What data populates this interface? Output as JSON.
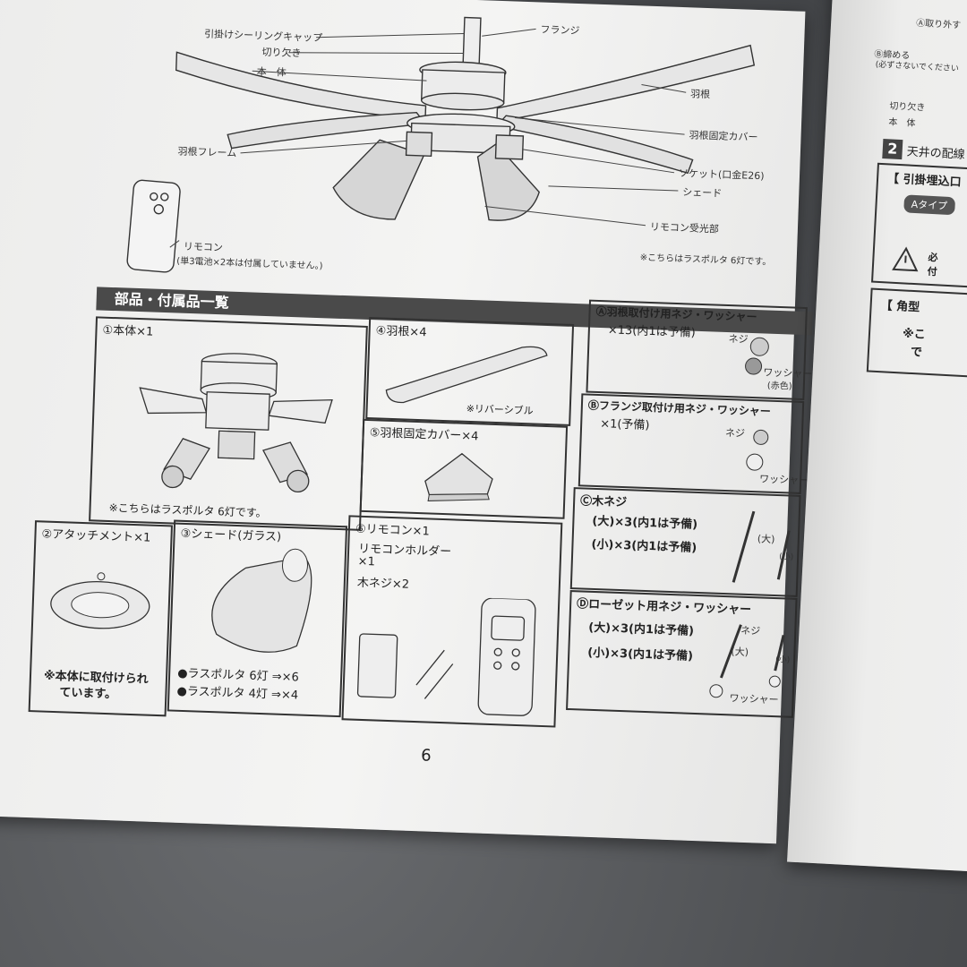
{
  "top_diagram": {
    "labels": {
      "ceiling_cap": "引掛けシーリングキャップ",
      "notch": "切り欠き",
      "body": "本　体",
      "flange": "フランジ",
      "blade": "羽根",
      "blade_cover": "羽根固定カバー",
      "blade_frame": "羽根フレーム",
      "socket": "ソケット(口金E26)",
      "shade": "シェード",
      "receiver": "リモコン受光部",
      "remote": "リモコン",
      "battery_note": "(単3電池×2本は付属していません。)",
      "model_note": "※こちらはラスポルタ 6灯です。"
    }
  },
  "parts_section": {
    "title": "部品・付属品一覧",
    "items": [
      {
        "label": "①本体×1",
        "note": "※こちらはラスポルタ 6灯です。"
      },
      {
        "label": "④羽根×4",
        "note": "※リバーシブル"
      },
      {
        "label": "⑤羽根固定カバー×4"
      },
      {
        "label": "②アタッチメント×1",
        "note_line1": "※本体に取付けられ",
        "note_line2": "ています。"
      },
      {
        "label": "③シェード(ガラス)",
        "line1": "●ラスポルタ 6灯 ⇒×6",
        "line2": "●ラスポルタ 4灯 ⇒×4"
      },
      {
        "label": "⑥リモコン×1",
        "line1": "リモコンホルダー",
        "line2": "×1",
        "line3": "木ネジ×2"
      }
    ],
    "hardware": [
      {
        "title": "Ⓐ羽根取付け用ネジ・ワッシャー",
        "qty": "×13(内1は予備)",
        "screw": "ネジ",
        "washer": "ワッシャー",
        "washer_sub": "(赤色)"
      },
      {
        "title": "Ⓑフランジ取付け用ネジ・ワッシャー",
        "qty": "×1(予備)",
        "screw": "ネジ",
        "washer": "ワッシャー"
      },
      {
        "title": "Ⓒ木ネジ",
        "qty_large": "(大)×3(内1は予備)",
        "qty_small": "(小)×3(内1は予備)",
        "big": "(大)",
        "small": "(小)"
      },
      {
        "title": "Ⓓローゼット用ネジ・ワッシャー",
        "qty_large": "(大)×3(内1は予備)",
        "qty_small": "(小)×3(内1は予備)",
        "screw": "ネジ",
        "big": "(大)",
        "small": "(小)",
        "washer": "ワッシャー"
      }
    ]
  },
  "page_number": "6",
  "right_page": {
    "remove": "Ⓐ取り外す",
    "tighten": "Ⓑ締める",
    "tighten_sub": "(必ずさないでください",
    "notch": "切り欠き",
    "body": "本　体",
    "step_num": "2",
    "step_title": "天井の配線",
    "box_title": "【 引掛埋込口",
    "type_a": "Aタイプ",
    "warn1": "必",
    "warn2": "付",
    "box2_title": "【 角型",
    "note1": "※こ",
    "note2": "で"
  }
}
